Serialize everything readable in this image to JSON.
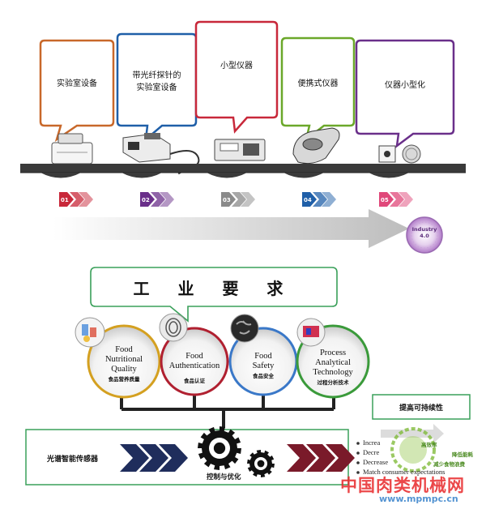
{
  "stages": [
    {
      "label": "实验室设备",
      "color": "#c8682a"
    },
    {
      "label": "带光纤探针的\n实验室设备",
      "color": "#1f5fa8"
    },
    {
      "label": "小型仪器",
      "color": "#c8283a"
    },
    {
      "label": "便携式仪器",
      "color": "#6ba82a"
    },
    {
      "label": "仪器小型化",
      "color": "#6a2f8a"
    }
  ],
  "steps": [
    {
      "num": "01",
      "color": "#c8283a"
    },
    {
      "num": "02",
      "color": "#6a2f8a"
    },
    {
      "num": "03",
      "color": "#8a8a8a"
    },
    {
      "num": "04",
      "color": "#1f5fa8"
    },
    {
      "num": "05",
      "color": "#e0487a"
    }
  ],
  "industry_badge": {
    "line1": "Industry",
    "line2": "4.0"
  },
  "requirements_title": "工 业 要 求",
  "focus_areas": [
    {
      "en": "Food\nNutritional\nQuality",
      "zh": "食品营养质量",
      "ring": "#d4a020"
    },
    {
      "en": "Food\nAuthentication",
      "zh": "食品认证",
      "ring": "#b02030"
    },
    {
      "en": "Food\nSafety",
      "zh": "食品安全",
      "ring": "#3a78c8"
    },
    {
      "en": "Process\nAnalytical\nTechnology",
      "zh": "过程分析技术",
      "ring": "#3a9a3a"
    }
  ],
  "sustainability_title": "提高可持续性",
  "sustainability_items": [
    "Increa",
    "Decre",
    "Decrease",
    "Match consumer expectations"
  ],
  "sustainability_overlay": [
    "高效率",
    "降低能耗",
    "减少食物浪费"
  ],
  "sensor_label": "光谱智能传感器",
  "control_label": "控制与优化",
  "watermark": {
    "cn": "中国肉类机械网",
    "url": "www.mpmpc.cn"
  },
  "colors": {
    "navy": "#1f2d5c",
    "darkred": "#7a1a2a",
    "gray_arrow": "#c8c8c8"
  }
}
